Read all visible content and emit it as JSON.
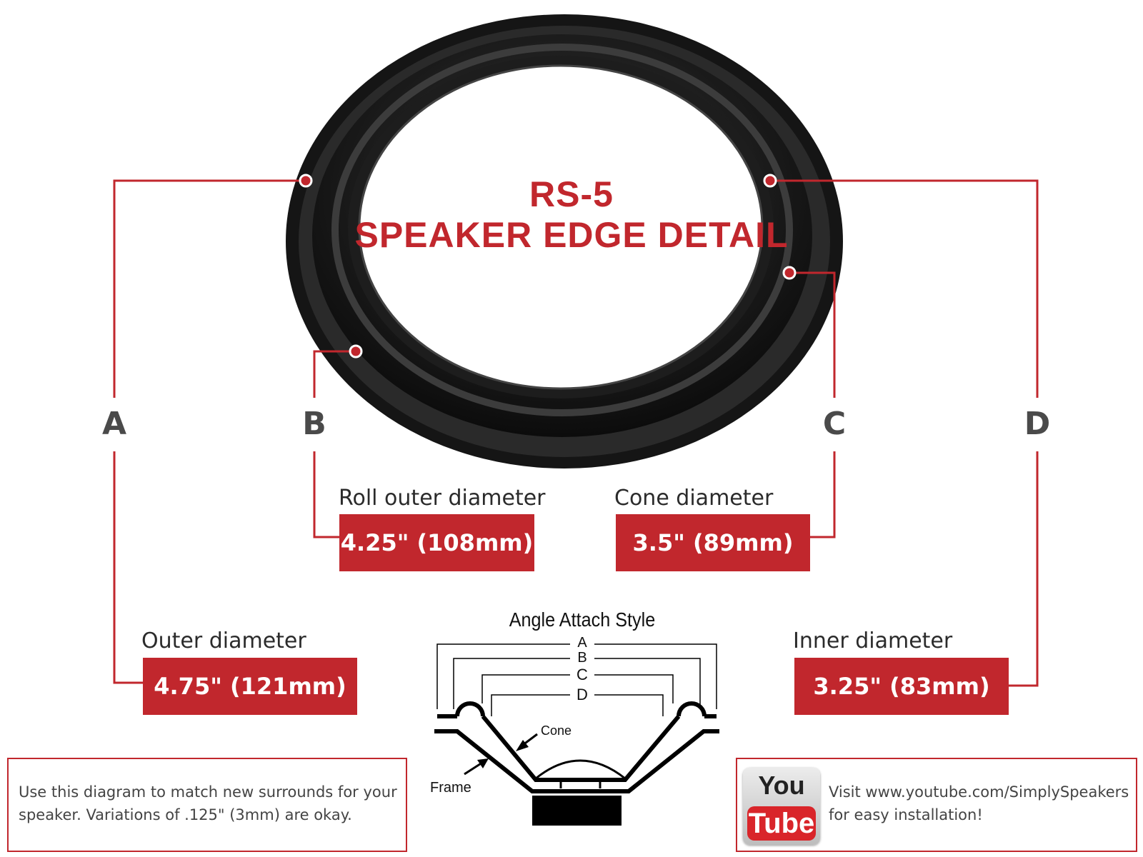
{
  "title": {
    "line1": "RS-5",
    "line2": "SPEAKER EDGE DETAIL"
  },
  "dimensions": [
    {
      "letter": "A",
      "label": "Outer diameter",
      "value": "4.75\" (121mm)"
    },
    {
      "letter": "B",
      "label": "Roll outer diameter",
      "value": "4.25\" (108mm)"
    },
    {
      "letter": "C",
      "label": "Cone diameter",
      "value": "3.5\" (89mm)"
    },
    {
      "letter": "D",
      "label": "Inner diameter",
      "value": "3.25\" (83mm)"
    }
  ],
  "cross_section": {
    "title": "Angle Attach Style",
    "letters": [
      "A",
      "B",
      "C",
      "D"
    ],
    "cone_label": "Cone",
    "frame_label": "Frame"
  },
  "note": {
    "line1": "Use this diagram to match new surrounds for your",
    "line2": "speaker. Variations of .125\" (3mm) are okay."
  },
  "youtube": {
    "logo_top": "You",
    "logo_bottom": "Tube",
    "line1": "Visit www.youtube.com/SimplySpeakers",
    "line2": "for easy installation!"
  },
  "colors": {
    "accent": "#c1272d",
    "rubber": "#1a1a1a",
    "letters": "#4a4a4a"
  }
}
